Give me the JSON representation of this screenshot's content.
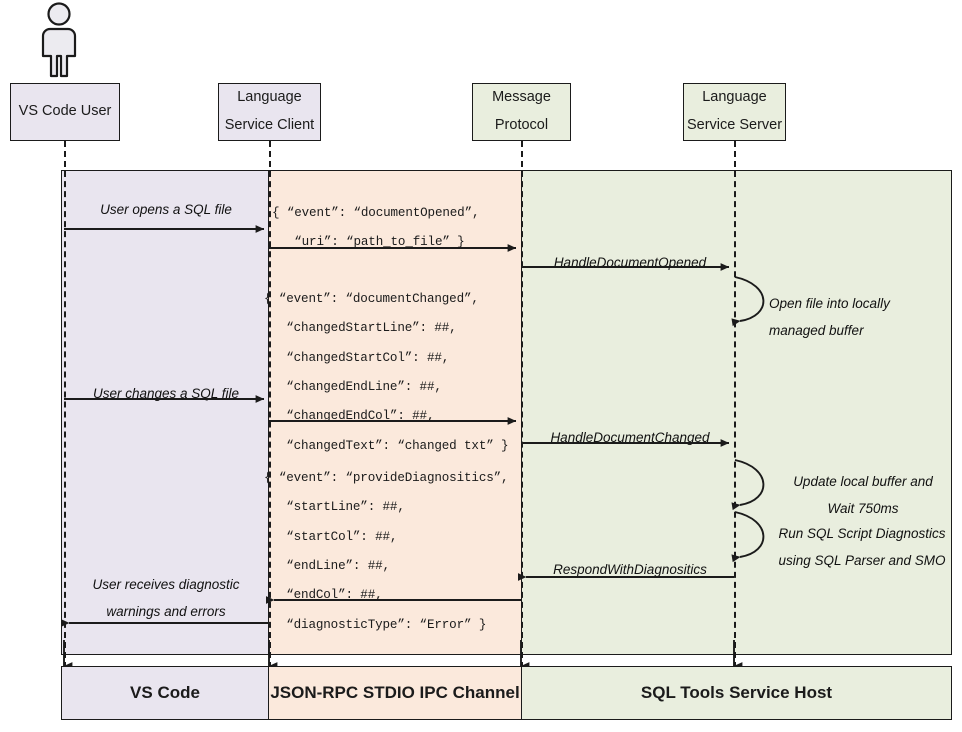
{
  "diagram": {
    "title": "SQL Tools Service sequence diagram",
    "colors": {
      "vscode_band": "#e9e5ef",
      "ipc_band": "#fbe9dc",
      "service_band": "#e9eede",
      "stroke": "#1b1b1b"
    }
  },
  "actor": {
    "icon": "person-icon",
    "label": "VS Code User"
  },
  "lifelines": [
    {
      "id": "vscode-user",
      "label": "VS Code User",
      "single_line": true
    },
    {
      "id": "language-service-client",
      "line1": "Language",
      "line2": "Service Client"
    },
    {
      "id": "message-protocol",
      "line1": "Message",
      "line2": "Protocol"
    },
    {
      "id": "language-service-server",
      "line1": "Language",
      "line2": "Service Server"
    }
  ],
  "messages": {
    "user_opens": "User opens a SQL file",
    "user_changes": "User changes a SQL file",
    "user_receives": "User receives diagnostic\nwarnings and errors",
    "handle_document_opened": "HandleDocumentOpened",
    "handle_document_changed": "HandleDocumentChanged",
    "respond_with_diagnosistics": "RespondWithDiagnositics"
  },
  "payloads": {
    "document_opened": "{ “event”: “documentOpened”,\n   “uri”: “path_to_file” }",
    "document_changed": "{ “event”: “documentChanged”,\n   “changedStartLine”: ##,\n   “changedStartCol”: ##,\n   “changedEndLine”: ##,\n   “changedEndCol”: ##,\n   “changedText”: “changed txt” }",
    "provide_diagnosistics": "{ “event”: “provideDiagnositics”,\n   “startLine”: ##,\n   “startCol”: ##,\n   “endLine”: ##,\n   “endCol”: ##,\n   “diagnosticType”: “Error” }"
  },
  "notes": [
    {
      "id": "open-file-note",
      "text": "Open file into locally\nmanaged buffer"
    },
    {
      "id": "update-buffer-note",
      "text": "Update local buffer and\nWait 750ms"
    },
    {
      "id": "run-diagnostics-note",
      "text": "Run SQL Script Diagnostics\nusing SQL Parser and SMO"
    }
  ],
  "footer": {
    "vscode": "VS Code",
    "ipc": "JSON-RPC STDIO IPC Channel",
    "service_host": "SQL Tools Service Host"
  }
}
